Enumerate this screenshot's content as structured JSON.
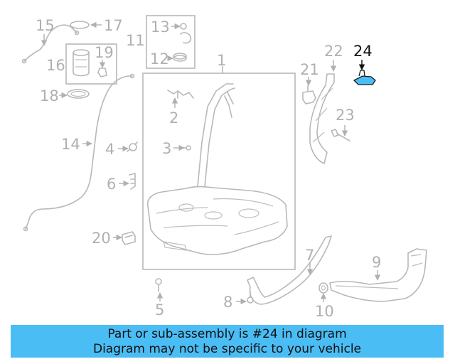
{
  "labels": {
    "l1": "1",
    "l2": "2",
    "l3": "3",
    "l4": "4",
    "l5": "5",
    "l6": "6",
    "l7": "7",
    "l8": "8",
    "l9": "9",
    "l10": "10",
    "l11": "11",
    "l12": "12",
    "l13": "13",
    "l14": "14",
    "l15": "15",
    "l16": "16",
    "l17": "17",
    "l18": "18",
    "l19": "19",
    "l20": "20",
    "l21": "21",
    "l22": "22",
    "l23": "23",
    "l24": "24"
  },
  "highlight_part": "24",
  "colors": {
    "banner": "#4bbdf5",
    "highlight_part": "#4bbdf5",
    "parts": "#b8b8b8",
    "labels": "#b0b0b0"
  },
  "banner": {
    "line1": "Part or sub-assembly is #24 in diagram",
    "line2": "Diagram may not be specific to your vehicle"
  }
}
